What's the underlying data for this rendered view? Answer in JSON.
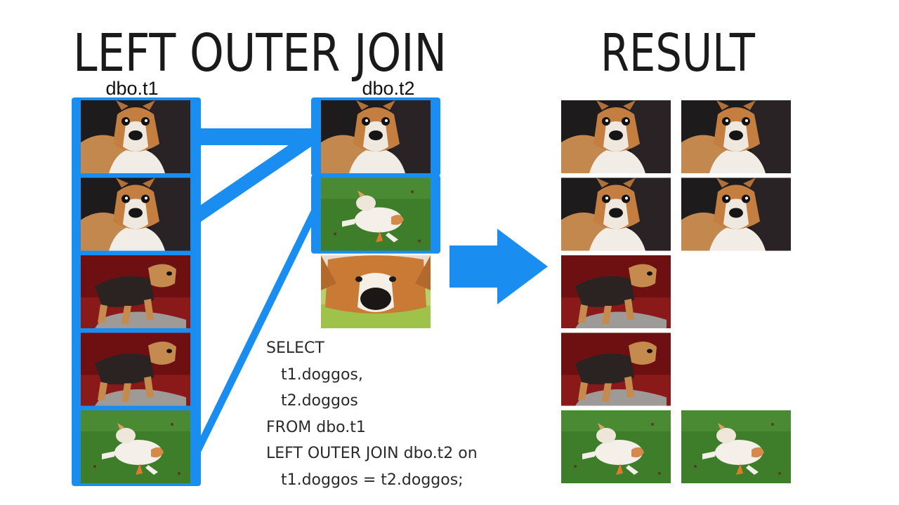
{
  "titles": {
    "join": "LEFT OUTER JOIN",
    "result": "RESULT"
  },
  "tables": {
    "t1": {
      "label": "dbo.t1",
      "rows": [
        "surprised-corgi",
        "surprised-corgi",
        "tricolor-puppy",
        "tricolor-puppy",
        "corgi-rolling-on-grass"
      ]
    },
    "t2": {
      "label": "dbo.t2",
      "rows": [
        "surprised-corgi",
        "corgi-rolling-on-grass",
        "sleepy-corgi"
      ]
    }
  },
  "result_rows": [
    [
      "surprised-corgi",
      "surprised-corgi"
    ],
    [
      "surprised-corgi",
      "surprised-corgi"
    ],
    [
      "tricolor-puppy",
      null
    ],
    [
      "tricolor-puppy",
      null
    ],
    [
      "corgi-rolling-on-grass",
      "corgi-rolling-on-grass"
    ]
  ],
  "sql": {
    "lines": [
      "SELECT",
      "   t1.doggos,",
      "   t2.doggos",
      "FROM dbo.t1",
      "LEFT OUTER JOIN dbo.t2 on",
      "   t1.doggos = t2.doggos;"
    ]
  },
  "colors": {
    "accent": "#1a8ef0",
    "null_cell": "#ffffff"
  }
}
